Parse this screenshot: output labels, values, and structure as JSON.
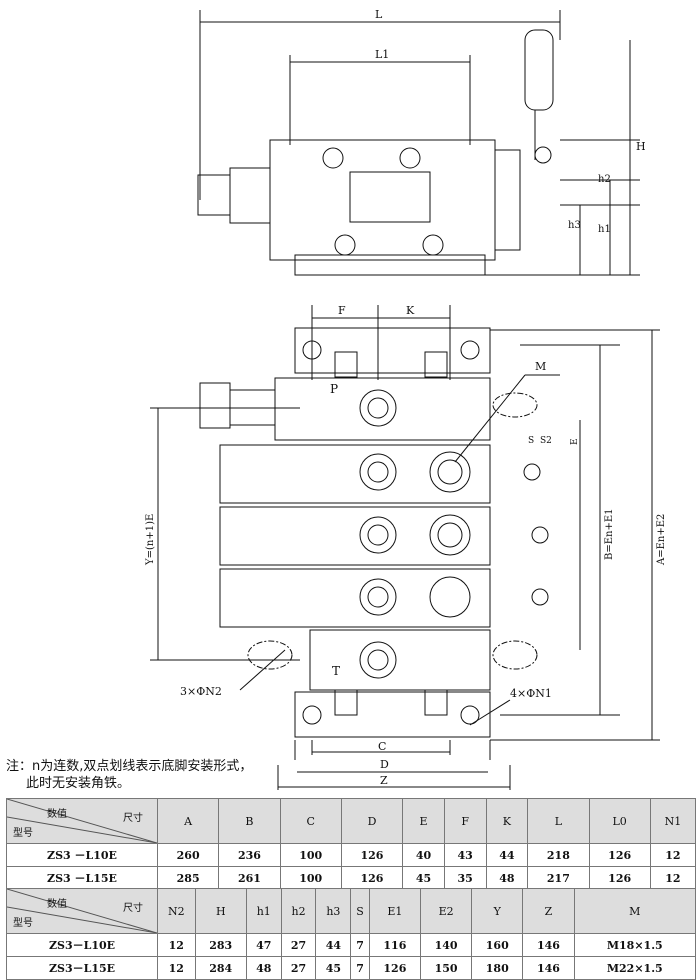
{
  "drawing": {
    "top_view": {
      "L": "L",
      "L1": "L1",
      "H": "H",
      "h1": "h1",
      "h2": "h2",
      "h3": "h3"
    },
    "bottom_view": {
      "F": "F",
      "K": "K",
      "M": "M",
      "P": "P",
      "T": "T",
      "S": "S",
      "S2": "S2",
      "E": "E",
      "B": "B=En+E1",
      "A": "A=En+E2",
      "Y": "Y=(n+1)E",
      "C": "C",
      "D": "D",
      "Z": "Z",
      "N2": "3×ΦN2",
      "N1": "4×ΦN1"
    }
  },
  "note": {
    "line1": "注：n为连数,双点划线表示底脚安装形式，",
    "line2": "此时无安装角铁。"
  },
  "corner": {
    "value": "数值",
    "dimension": "尺寸",
    "model": "型号"
  },
  "table1": {
    "headers": [
      "A",
      "B",
      "C",
      "D",
      "E",
      "F",
      "K",
      "L",
      "L0",
      "N1"
    ],
    "rows": [
      {
        "model": "ZS3 －L10E",
        "values": [
          "260",
          "236",
          "100",
          "126",
          "40",
          "43",
          "44",
          "218",
          "126",
          "12"
        ]
      },
      {
        "model": "ZS3 －L15E",
        "values": [
          "285",
          "261",
          "100",
          "126",
          "45",
          "35",
          "48",
          "217",
          "126",
          "12"
        ]
      }
    ]
  },
  "table2": {
    "headers": [
      "N2",
      "H",
      "h1",
      "h2",
      "h3",
      "S",
      "E1",
      "E2",
      "Y",
      "Z",
      "M"
    ],
    "rows": [
      {
        "model": "ZS3－L10E",
        "values": [
          "12",
          "283",
          "47",
          "27",
          "44",
          "7",
          "116",
          "140",
          "160",
          "146",
          "M18×1.5"
        ]
      },
      {
        "model": "ZS3－L15E",
        "values": [
          "12",
          "284",
          "48",
          "27",
          "45",
          "7",
          "126",
          "150",
          "180",
          "146",
          "M22×1.5"
        ]
      }
    ]
  }
}
